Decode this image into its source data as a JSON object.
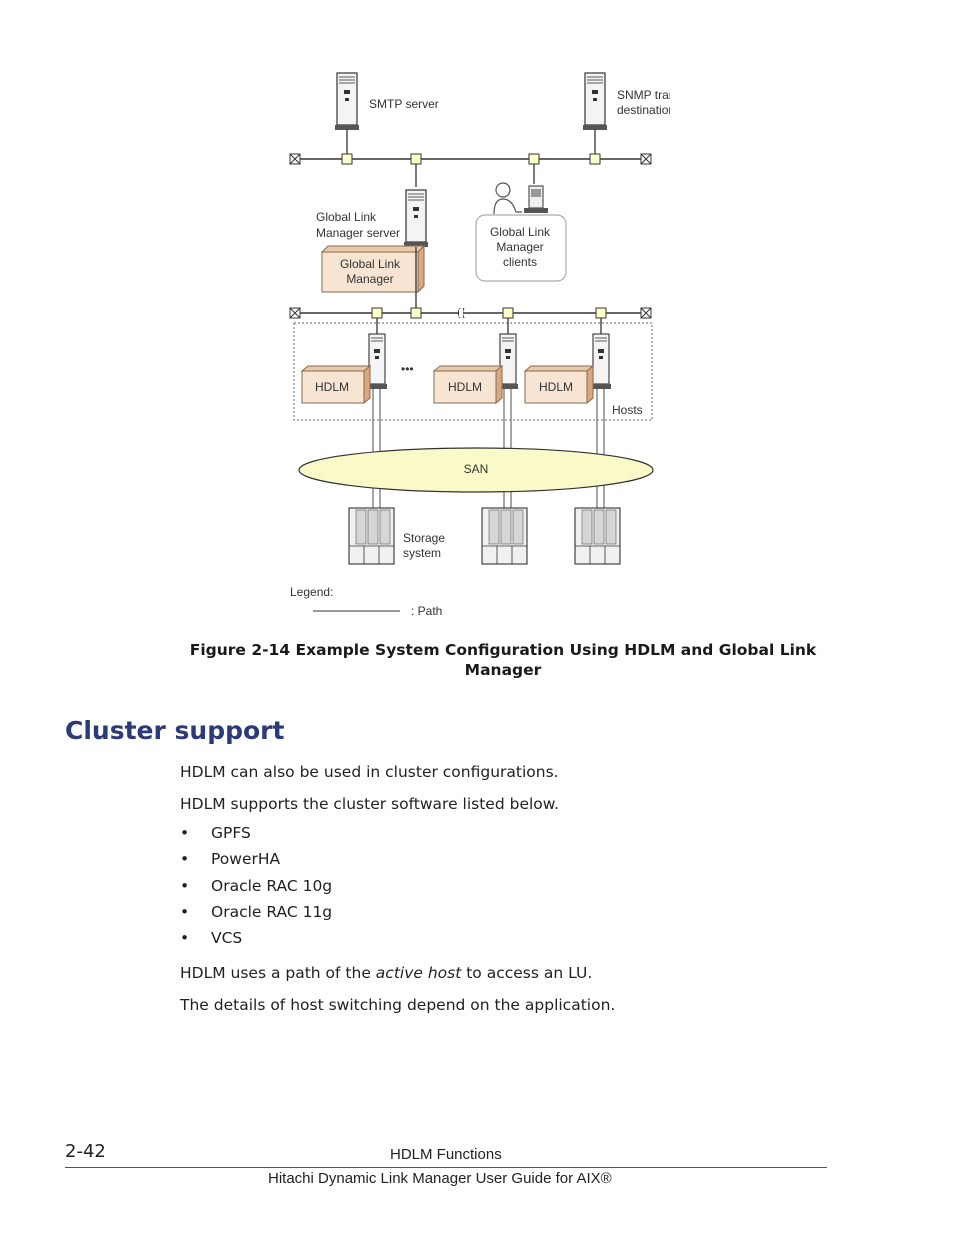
{
  "diagram": {
    "smtp_server": "SMTP server",
    "snmp_line1": "SNMP transfer",
    "snmp_line2": "destination server",
    "glm_server_line1": "Global Link",
    "glm_server_line2": "Manager server",
    "glm_box_line1": "Global Link",
    "glm_box_line2": "Manager",
    "clients_line1": "Global Link",
    "clients_line2": "Manager",
    "clients_line3": "clients",
    "hdlm_label": "HDLM",
    "ellipsis": "•••",
    "hosts_label": "Hosts",
    "san_label": "SAN",
    "storage_line1": "Storage",
    "storage_line2": "system",
    "legend_title": "Legend:",
    "legend_path": ": Path"
  },
  "caption": {
    "line1": "Figure 2-14 Example System Configuration Using HDLM and Global Link",
    "line2": "Manager"
  },
  "section": {
    "heading": "Cluster support",
    "intro1": "HDLM can also be used in cluster configurations.",
    "intro2": "HDLM supports the cluster software listed below.",
    "bullet_char": "•",
    "list": [
      "GPFS",
      "PowerHA",
      "Oracle RAC 10g",
      "Oracle RAC 11g",
      "VCS"
    ],
    "p3_before": "HDLM uses a path of the ",
    "p3_em": "active host",
    "p3_after": " to access an LU.",
    "p4": "The details of host switching depend on the application."
  },
  "footer": {
    "page_number": "2-42",
    "section_title": "HDLM Functions",
    "document_title": "Hitachi Dynamic Link Manager User Guide for AIX®"
  }
}
